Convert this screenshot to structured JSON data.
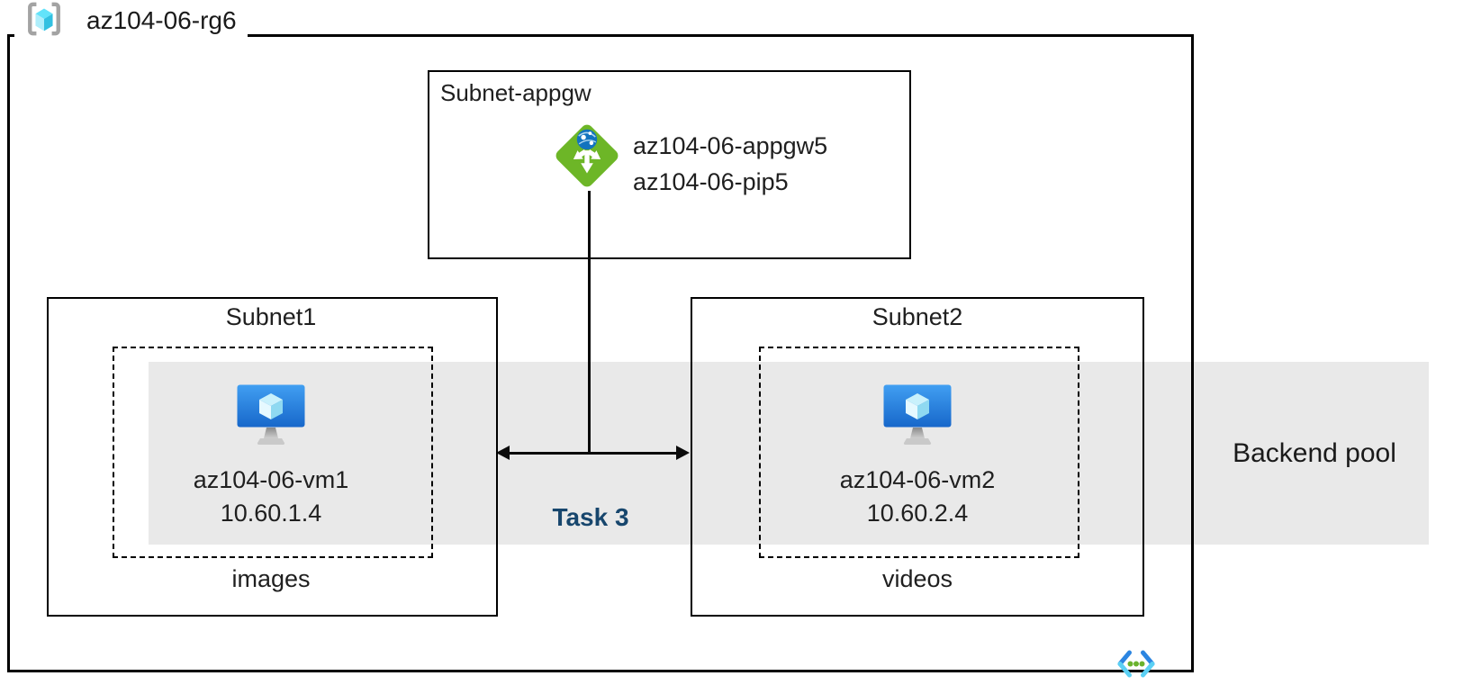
{
  "resource_group": {
    "name": "az104-06-rg6"
  },
  "appgw_subnet": {
    "title": "Subnet-appgw",
    "gateway_name": "az104-06-appgw5",
    "public_ip_name": "az104-06-pip5"
  },
  "subnet1": {
    "title": "Subnet1",
    "vm_name": "az104-06-vm1",
    "vm_ip": "10.60.1.4",
    "storage_label": "images"
  },
  "subnet2": {
    "title": "Subnet2",
    "vm_name": "az104-06-vm2",
    "vm_ip": "10.60.2.4",
    "storage_label": "videos"
  },
  "backend_pool": {
    "label": "Backend pool"
  },
  "task": {
    "label": "Task 3"
  },
  "colors": {
    "border": "#000000",
    "backend_pool_band": "#e9e9e9",
    "task_text": "#17466d",
    "gateway_green": "#6db627",
    "globe_blue": "#1273be",
    "vm_screen_top": "#419ff2",
    "vm_screen_bottom": "#1767ca",
    "cube_cyan": "#62e3fa",
    "bracket_gray": "#a3a3a3",
    "vnet_blue": "#2c85e1",
    "vnet_cyan": "#5bd0f4",
    "vnet_dot_green": "#6ab32e"
  }
}
